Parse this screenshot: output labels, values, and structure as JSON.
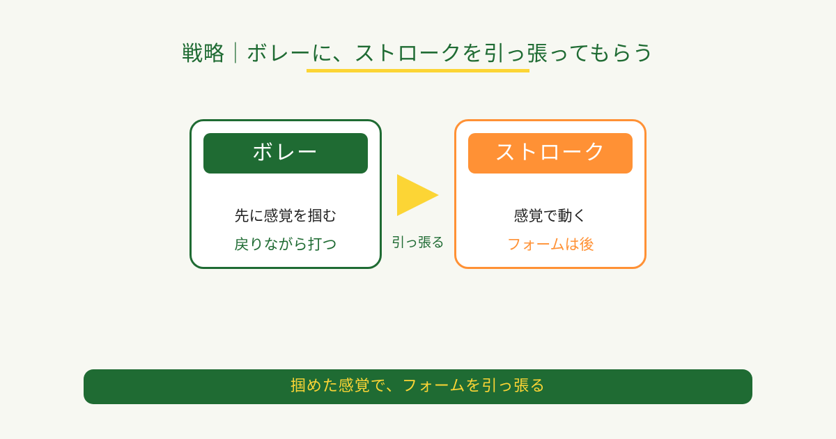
{
  "title": "戦略｜ボレーに、ストロークを引っ張ってもらう",
  "colors": {
    "green": "#1f6b33",
    "orange": "#ff9135",
    "yellow": "#fcd535",
    "background": "#f7f8f2"
  },
  "left_card": {
    "header": "ボレー",
    "line1": "先に感覚を掴む",
    "line2": "戻りながら打つ"
  },
  "arrow": {
    "label": "引っ張る",
    "icon": "right-triangle-arrow-icon"
  },
  "right_card": {
    "header": "ストローク",
    "line1": "感覚で動く",
    "line2": "フォームは後"
  },
  "footer": "掴めた感覚で、フォームを引っ張る"
}
